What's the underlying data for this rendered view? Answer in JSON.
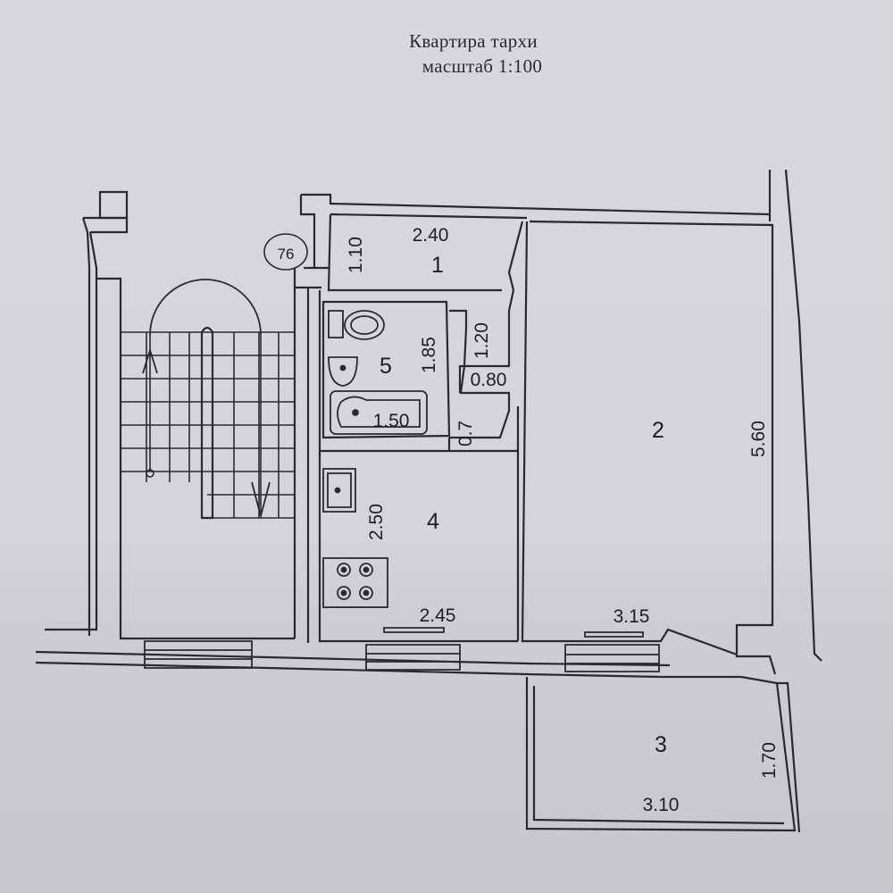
{
  "title": {
    "line1": "Квартира тархи",
    "line2": "масштаб 1:100"
  },
  "apartment_number": "76",
  "rooms": [
    {
      "number": "1",
      "dims": [
        "2.40",
        "1.10"
      ]
    },
    {
      "number": "2",
      "dims": [
        "5.60",
        "3.15"
      ]
    },
    {
      "number": "3",
      "dims": [
        "3.10",
        "1.70"
      ]
    },
    {
      "number": "4",
      "dims": [
        "2.45",
        "2.50"
      ]
    },
    {
      "number": "5",
      "dims": [
        "1.85",
        "1.50"
      ]
    }
  ],
  "closet": {
    "dims": [
      "1.20",
      "0.80"
    ]
  },
  "passage": {
    "dim": "0.7"
  }
}
